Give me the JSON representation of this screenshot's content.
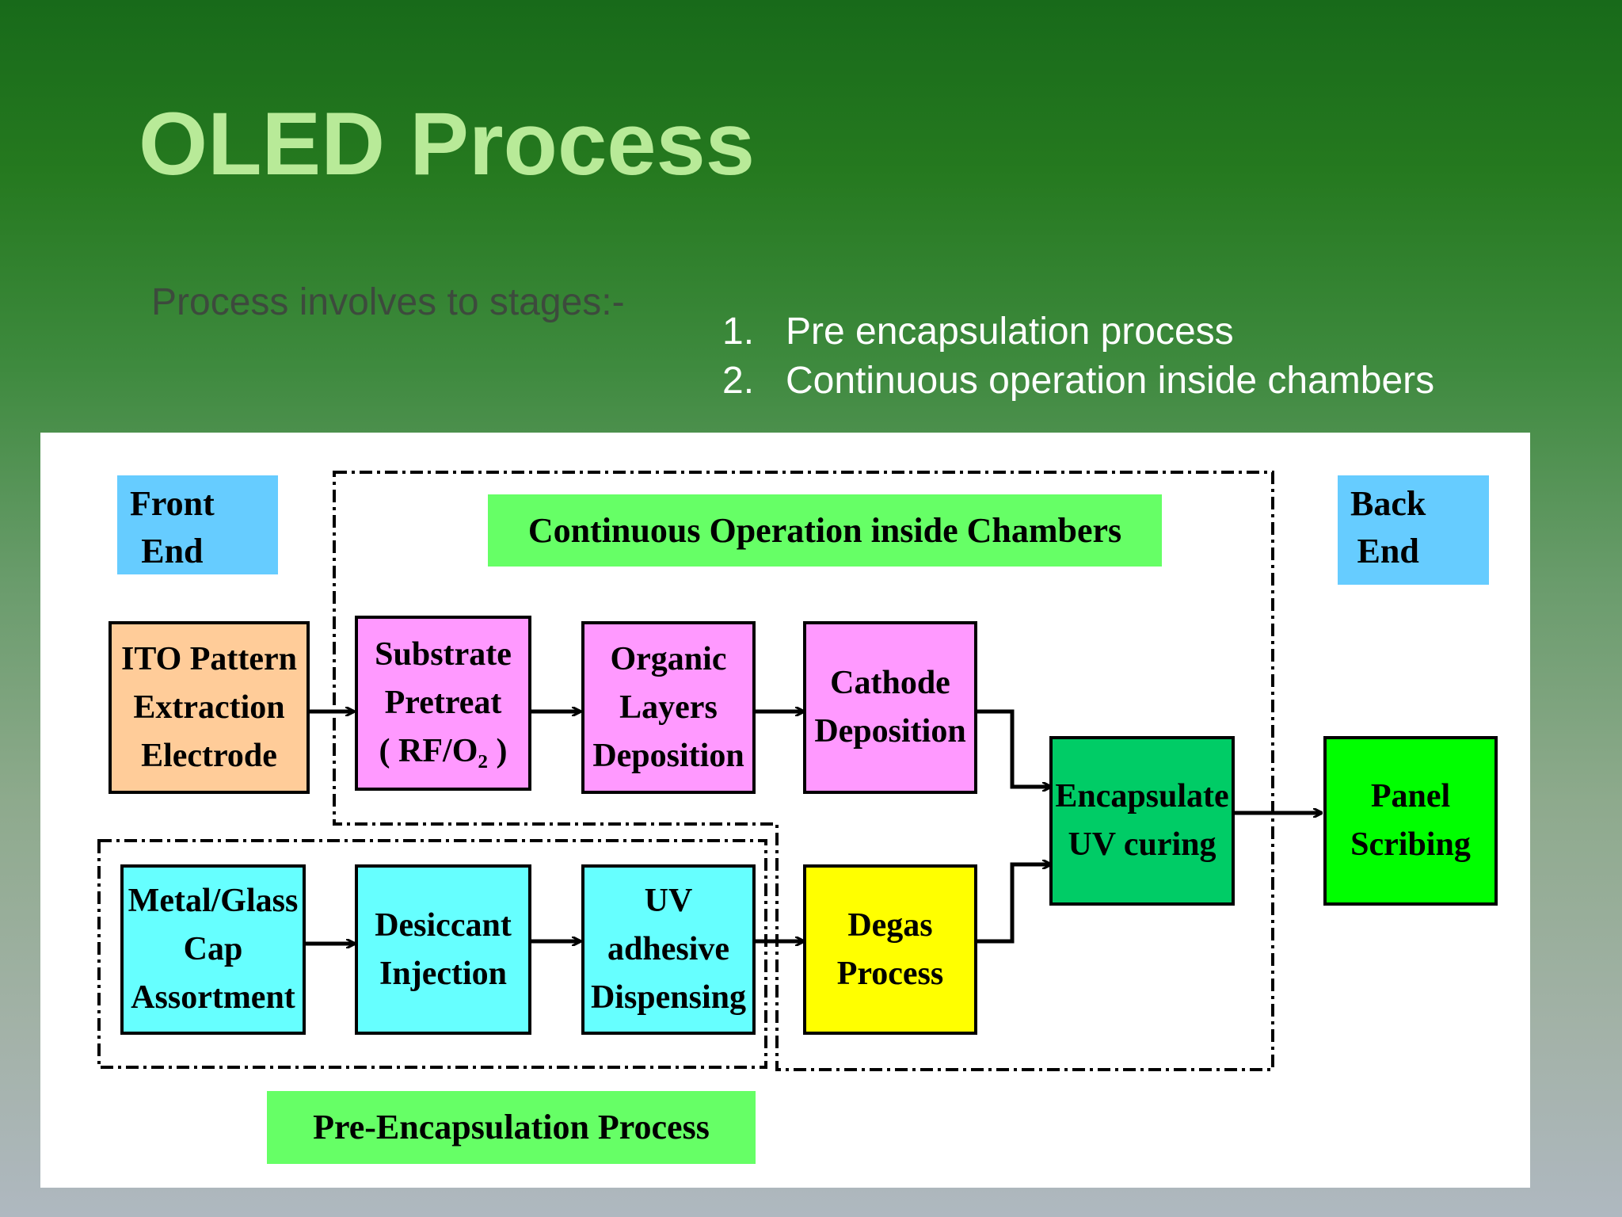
{
  "slide": {
    "title": "OLED Process",
    "intro": "Process involves to stages:-",
    "stages": [
      {
        "num": "1.",
        "text": "Pre encapsulation process"
      },
      {
        "num": "2.",
        "text": "Continuous operation inside chambers"
      }
    ]
  },
  "diagram": {
    "labels": {
      "front_end": "Front\nEnd",
      "back_end": "Back\nEnd",
      "continuous": "Continuous Operation inside Chambers",
      "pre_encapsulation": "Pre-Encapsulation Process"
    },
    "boxes": {
      "ito": "ITO Pattern\nExtraction\nElectrode",
      "substrate": "Substrate\nPretreat\n( RF/O₂ )",
      "organic": "Organic\nLayers\nDeposition",
      "cathode": "Cathode\nDeposition",
      "encapsulate": "Encapsulate\nUV curing",
      "panel": "Panel\nScribing",
      "metal": "Metal/Glass\nCap\nAssortment",
      "desiccant": "Desiccant\nInjection",
      "uv": "UV\nadhesive\nDispensing",
      "degas": "Degas\nProcess"
    },
    "colors": {
      "label_blue": "#66ccff",
      "label_green": "#66ff66",
      "ito": "#ffcc99",
      "pink": "#ff99ff",
      "cyan": "#66ffff",
      "degas": "#ffff00",
      "encapsulate": "#00cc66",
      "panel": "#00ff00"
    }
  }
}
